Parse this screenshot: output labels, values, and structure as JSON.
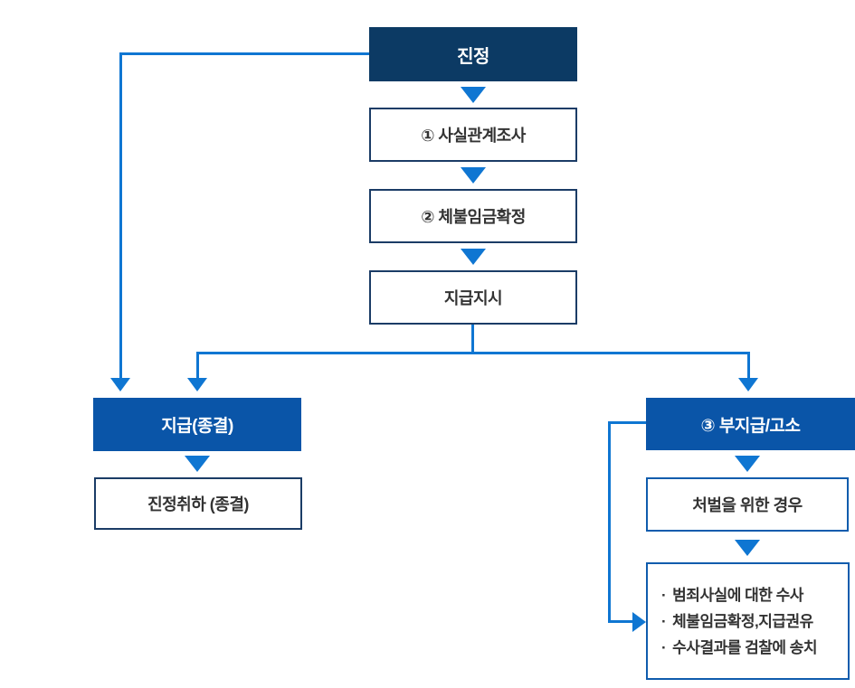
{
  "flow": {
    "start": "진정",
    "step1": "① 사실관계조사",
    "step2": "② 체불임금확정",
    "payment_order": "지급지시",
    "payment_closed": "지급(종결)",
    "withdrawal": "진정취하 (종결)",
    "nonpayment_accusation": "③ 부지급/고소",
    "punishment_case": "처벌을 위한 경우",
    "investigation": {
      "bullet": "·",
      "items": [
        "범죄사실에 대한 수사",
        "체불임금확정,지급권유",
        "수사결과를 검찰에 송치"
      ]
    }
  },
  "colors": {
    "navy_fill": "#0c3a64",
    "blue_fill": "#0a55a8",
    "line_blue": "#0f76d2",
    "border_navy": "#1b3c66",
    "border_blue": "#0f5cad",
    "text_dark": "#333333",
    "text_light": "#ffffff",
    "background": "#ffffff"
  }
}
